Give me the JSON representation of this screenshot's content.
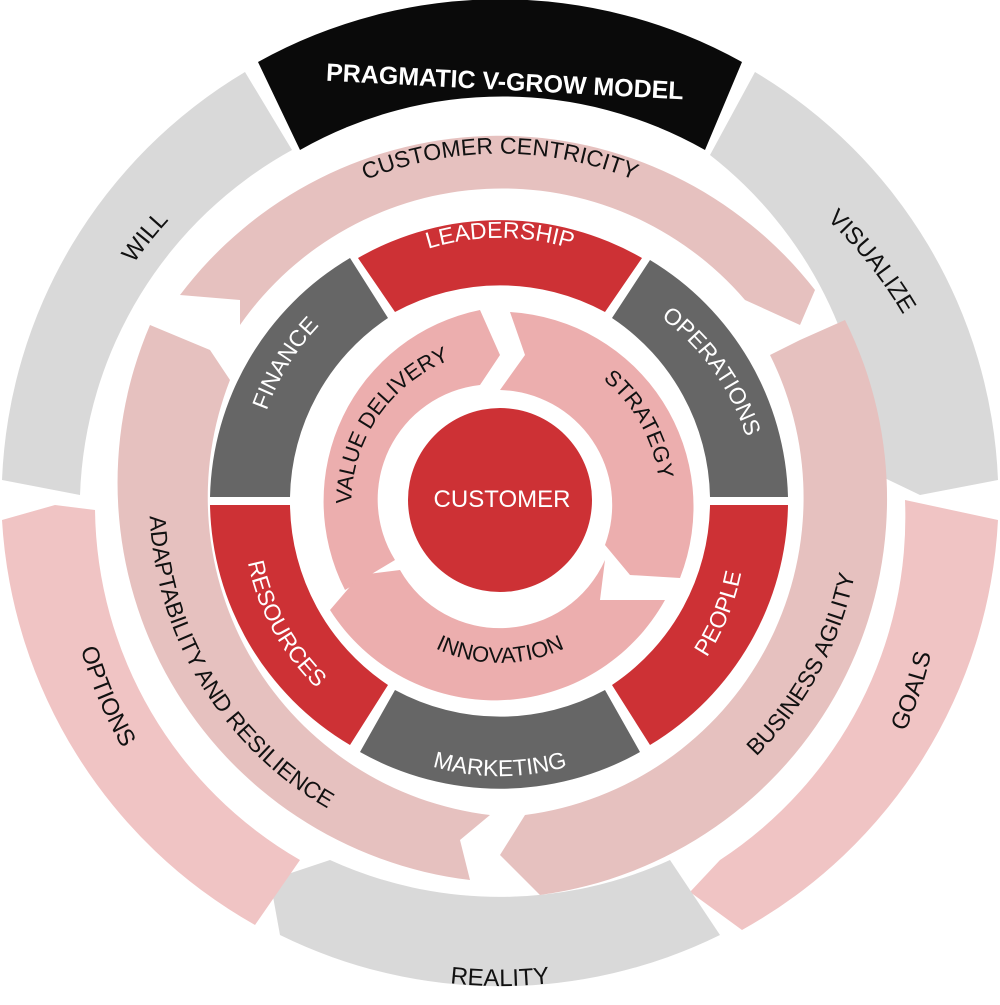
{
  "title": "PRAGMATIC V-GROW MODEL",
  "colors": {
    "black": "#0a0a0a",
    "gray_light": "#d9d9d9",
    "pink_light": "#f0c4c4",
    "pink_mid": "#e6c1bf",
    "pink_inner": "#ecaeae",
    "red": "#cd3135",
    "gray_dark": "#666666",
    "text_dark": "#111111",
    "text_light": "#ffffff"
  },
  "outer_ring": [
    "WILL",
    "VISUALIZE",
    "GOALS",
    "REALITY",
    "OPTIONS"
  ],
  "second_ring": [
    "CUSTOMER CENTRICITY",
    "BUSINESS AGILITY",
    "ADAPTABILITY AND RESILIENCE"
  ],
  "third_ring": [
    "LEADERSHIP",
    "OPERATIONS",
    "PEOPLE",
    "MARKETING",
    "RESOURCES",
    "FINANCE"
  ],
  "inner_ring": [
    "VALUE DELIVERY",
    "STRATEGY",
    "INNOVATION"
  ],
  "center": "CUSTOMER"
}
